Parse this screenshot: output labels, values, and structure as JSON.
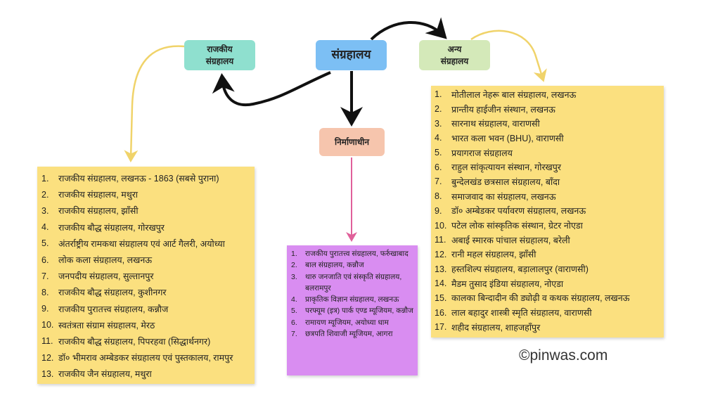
{
  "root": {
    "label": "संग्रहालय"
  },
  "branches": {
    "government": {
      "label_line1": "राजकीय",
      "label_line2": "संग्रहालय"
    },
    "other": {
      "label_line1": "अन्य",
      "label_line2": "संग्रहालय"
    },
    "under_construction": {
      "label": "निर्माणाधीन"
    }
  },
  "government_list": [
    {
      "n": "1.",
      "text": "राजकीय संग्रहालय, लखनऊ - 1863 (सबसे पुराना)"
    },
    {
      "n": "2.",
      "text": "राजकीय संग्रहालय, मथुरा"
    },
    {
      "n": "3.",
      "text": "राजकीय संग्रहालय, झाँसी"
    },
    {
      "n": "4.",
      "text": "राजकीय बौद्ध संग्रहालय, गोरखपुर"
    },
    {
      "n": "5.",
      "text": "अंतर्राष्ट्रीय रामकथा संग्रहालय एवं आर्ट गैलरी, अयोध्या"
    },
    {
      "n": "6.",
      "text": "लोक कला संग्रहालय, लखनऊ"
    },
    {
      "n": "7.",
      "text": "जनपदीय संग्रहालय, सुल्तानपुर"
    },
    {
      "n": "8.",
      "text": "राजकीय बौद्ध संग्रहालय, कुशीनगर"
    },
    {
      "n": "9.",
      "text": "राजकीय पुरातत्त्व संग्रहालय, कन्नौज"
    },
    {
      "n": "10.",
      "text": "स्वतंत्रता संग्राम संग्रहालय, मेरठ"
    },
    {
      "n": "11.",
      "text": "राजकीय बौद्ध संग्रहालय, पिपरहवा (सिद्धार्थनगर)"
    },
    {
      "n": "12.",
      "text": "डॉ० भीमराव अम्बेडकर संग्रहालय एवं पुस्तकालय, रामपुर"
    },
    {
      "n": "13.",
      "text": "राजकीय जैन संग्रहालय, मथुरा"
    }
  ],
  "under_construction_list": [
    {
      "n": "1.",
      "text": "राजकीय पुरातत्त्व संग्रहालय, फर्रुखाबाद"
    },
    {
      "n": "2.",
      "text": "बाल संग्रहालय, कन्नौज"
    },
    {
      "n": "3.",
      "text": "थारु जनजाति एवं संस्कृति संग्रहालय, बलरामपुर"
    },
    {
      "n": "4.",
      "text": "प्राकृतिक विज्ञान संग्रहालय, लखनऊ"
    },
    {
      "n": "5.",
      "text": "परफ्यूम (इत्र) पार्क एण्ड म्यूजियम, कन्नौज"
    },
    {
      "n": "6.",
      "text": "रामायण म्यूजियम, अयोध्या धाम"
    },
    {
      "n": "7.",
      "text": "छत्रपति शिवाजी म्यूजियम, आगरा"
    }
  ],
  "other_list": [
    {
      "n": "1.",
      "text": "मोतीलाल नेहरू बाल संग्रहालय, लखनऊ"
    },
    {
      "n": "2.",
      "text": "प्रान्तीय हाईजीन संस्थान, लखनऊ"
    },
    {
      "n": "3.",
      "text": "सारनाथ संग्रहालय, वाराणसी"
    },
    {
      "n": "4.",
      "text": "भारत कला भवन (BHU), वाराणसी"
    },
    {
      "n": "5.",
      "text": "प्रयागराज संग्रहालय"
    },
    {
      "n": "6.",
      "text": "राहुल सांकृत्यायन संस्थान, गोरखपुर"
    },
    {
      "n": "7.",
      "text": "बुन्देलखंड छत्रसाल संग्रहालय, बाँदा"
    },
    {
      "n": "8.",
      "text": "समाजवाद का संग्रहालय, लखनऊ"
    },
    {
      "n": "9.",
      "text": "डॉ० अम्बेडकर पर्यावरण संग्रहालय, लखनऊ"
    },
    {
      "n": "10.",
      "text": "पटेल लोक सांस्कृतिक संस्थान, ग्रेटर नोएडा"
    },
    {
      "n": "11.",
      "text": "अबाई स्मारक पांचाल संग्रहालय, बरेली"
    },
    {
      "n": "12.",
      "text": "रानी महल संग्रहालय, झाँसी"
    },
    {
      "n": "13.",
      "text": "हस्तशिल्प संग्रहालय, बड़ालालपुर (वाराणसी)"
    },
    {
      "n": "14.",
      "text": "मैडम तुसाद इंडिया संग्रहालय, नोएडा"
    },
    {
      "n": "15.",
      "text": "कालका बिन्दादीन की ड्योढ़ी व कथक संग्रहालय, लखनऊ"
    },
    {
      "n": "16.",
      "text": "लाल बहादुर शास्त्री स्मृति संग्रहालय, वाराणसी"
    },
    {
      "n": "17.",
      "text": "शहीद संग्रहालय, शाहजहाँपुर"
    }
  ],
  "watermark": "©pinwas.com",
  "colors": {
    "government_node": "#8fe0cf",
    "root_node": "#7cbff4",
    "other_node": "#d4e9b9",
    "construction_node": "#f6c5ad",
    "list_yellow": "#fbe07f",
    "list_purple": "#d98df1",
    "connector_yellow": "#f0d36a",
    "connector_pink": "#e0609a"
  }
}
